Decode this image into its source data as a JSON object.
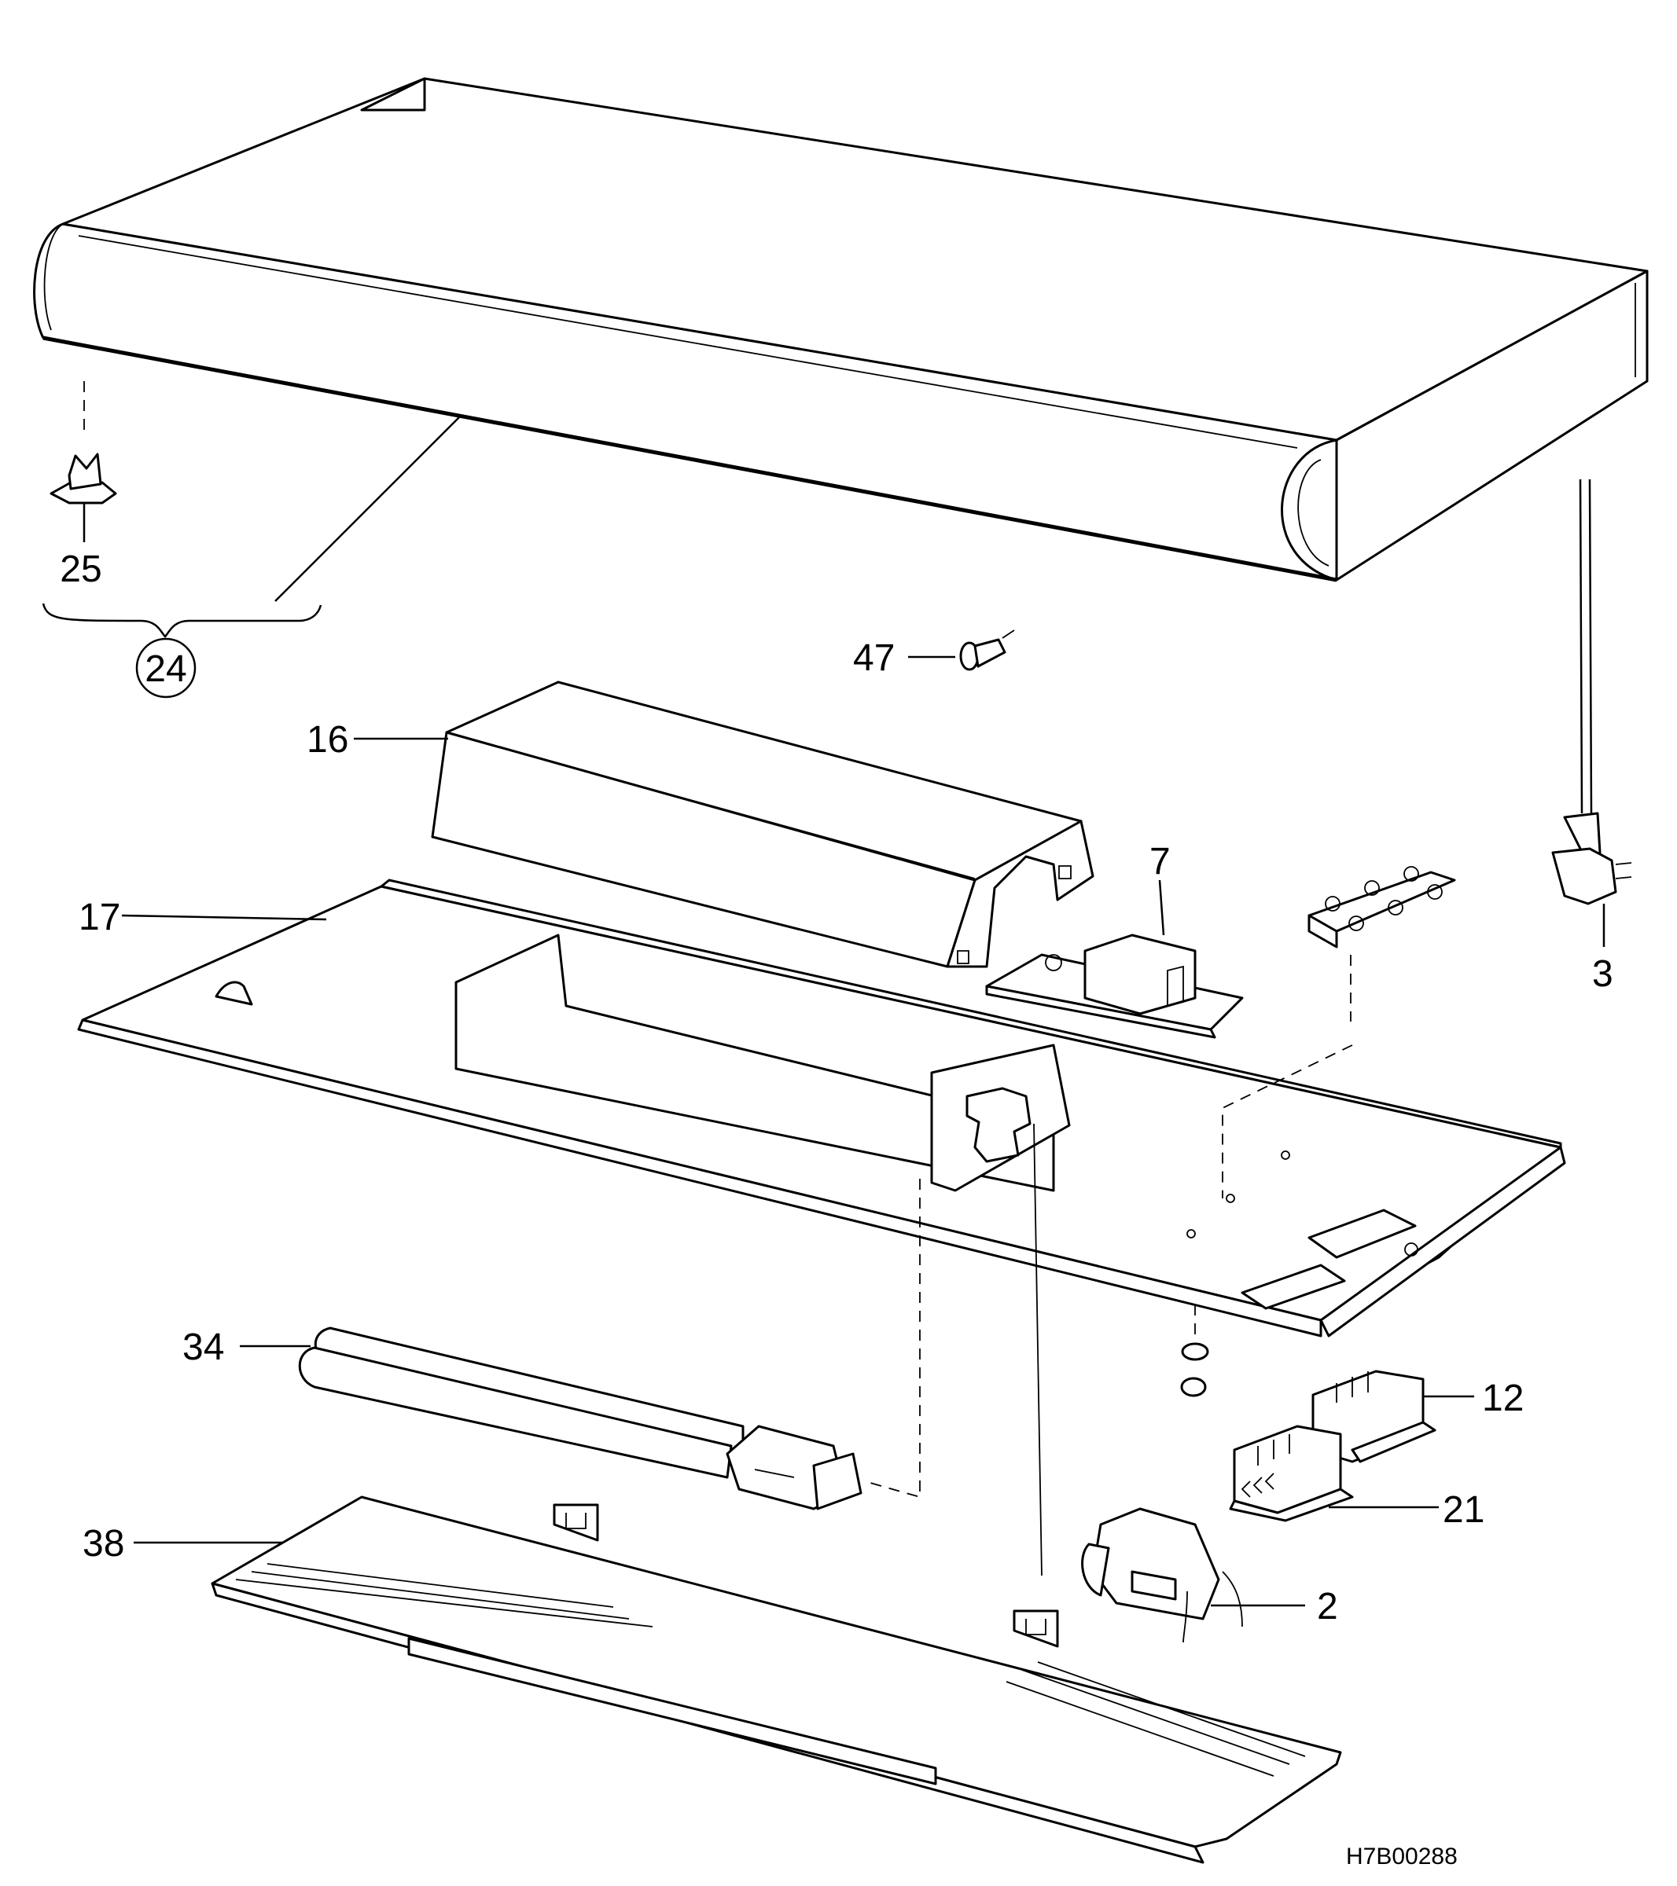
{
  "drawing_code": "H7B00288",
  "parts": [
    {
      "id": "cover-hood",
      "label": "24",
      "circled": true
    },
    {
      "id": "clip",
      "label": "25"
    },
    {
      "id": "screw",
      "label": "47"
    },
    {
      "id": "ballast-cover",
      "label": "16"
    },
    {
      "id": "base-plate",
      "label": "17"
    },
    {
      "id": "ballast",
      "label": "7"
    },
    {
      "id": "terminal-block",
      "label": ""
    },
    {
      "id": "power-cord",
      "label": "3"
    },
    {
      "id": "lamp",
      "label": "34"
    },
    {
      "id": "switch-upper",
      "label": "12"
    },
    {
      "id": "switch-lower",
      "label": "21"
    },
    {
      "id": "lamp-holder",
      "label": "2"
    },
    {
      "id": "diffuser",
      "label": "38"
    }
  ]
}
